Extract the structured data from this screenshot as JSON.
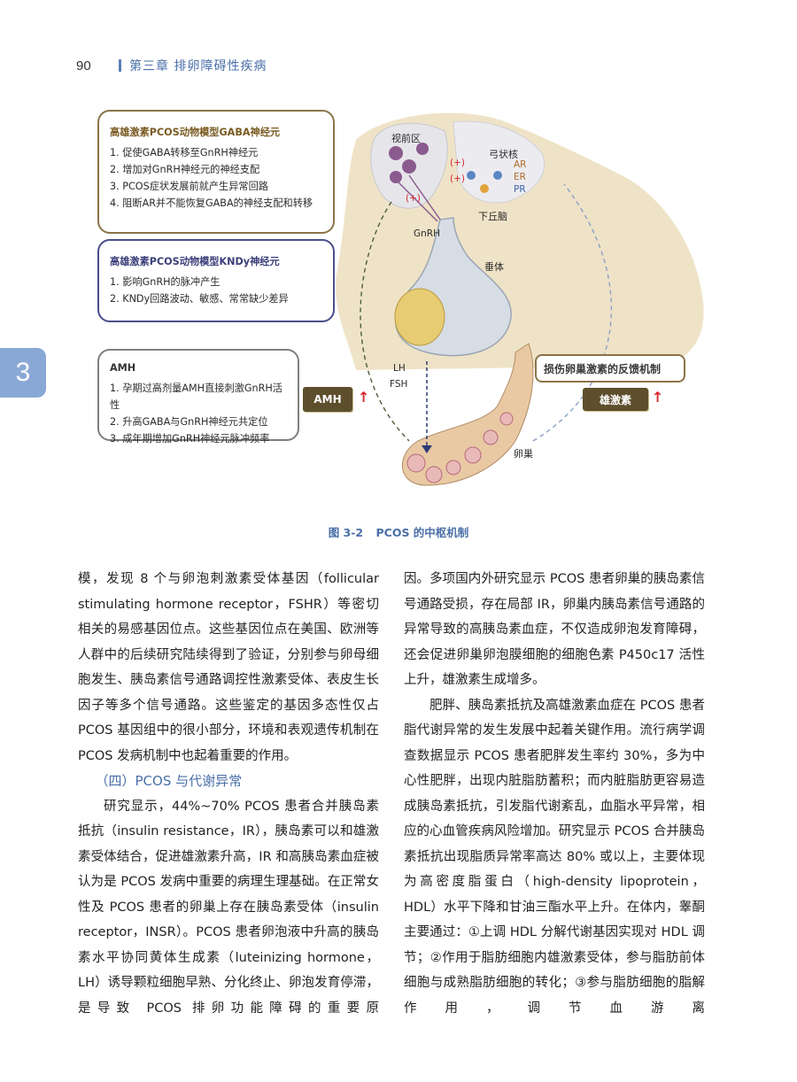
{
  "header": {
    "page_number": "90",
    "chapter_title": "第三章   排卵障碍性疾病"
  },
  "chapter_tab": "3",
  "figure": {
    "box_gaba": {
      "title": "高雄激素PCOS动物模型GABA神经元",
      "items": [
        "1. 促使GABA转移至GnRH神经元",
        "2. 增加对GnRH神经元的神经支配",
        "3. PCOS症状发展前就产生异常回路",
        "4. 阻断AR并不能恢复GABA的神经支配和转移"
      ]
    },
    "box_kndy": {
      "title": "高雄激素PCOS动物模型KNDy神经元",
      "items": [
        "1. 影响GnRH的脉冲产生",
        "2. KNDy回路波动、敏感、常常缺少差异"
      ]
    },
    "box_amh": {
      "title": "AMH",
      "items": [
        "1. 孕期过高剂量AMH直接刺激GnRH活性",
        "2. 升高GABA与GnRH神经元共定位",
        "3. 成年期增加GnRH神经元脉冲频率"
      ]
    },
    "box_feedback": "损伤卵巢激素的反馈机制",
    "tag_amh": "AMH",
    "tag_androgen": "雄激素",
    "up_arrow": "↑",
    "plus_sign": "(+)",
    "labels": {
      "preoptic": "视前区",
      "arcuate": "弓状核",
      "ar": "AR",
      "er": "ER",
      "pr": "PR",
      "hypothalamus": "下丘脑",
      "gnrh": "GnRH",
      "pituitary": "垂体",
      "lh": "LH",
      "fsh": "FSH",
      "ovary": "卵巢"
    },
    "caption_number": "图 3-2",
    "caption_text": "PCOS 的中枢机制"
  },
  "left_column": {
    "p1": "模，发现 8 个与卵泡刺激素受体基因（follicular stimulating hormone receptor，FSHR）等密切相关的易感基因位点。这些基因位点在美国、欧洲等人群中的后续研究陆续得到了验证，分别参与卵母细胞发生、胰岛素信号通路调控性激素受体、表皮生长因子等多个信号通路。这些鉴定的基因多态性仅占 PCOS 基因组中的很小部分，环境和表观遗传机制在 PCOS 发病机制中也起着重要的作用。",
    "heading": "（四）PCOS 与代谢异常",
    "p2": "研究显示，44%~70% PCOS 患者合并胰岛素抵抗（insulin resistance，IR），胰岛素可以和雄激素受体结合，促进雄激素升高，IR 和高胰岛素血症被认为是 PCOS 发病中重要的病理生理基础。在正常女性及 PCOS 患者的卵巢上存在胰岛素受体（insulin receptor，INSR）。PCOS 患者卵泡液中升高的胰岛素水平协同黄体生成素（luteinizing hormone，LH）诱导颗粒细胞早熟、分化终止、卵泡发育停滞，是导致 PCOS 排卵功能障碍的重要原"
  },
  "right_column": {
    "p1": "因。多项国内外研究显示 PCOS 患者卵巢的胰岛素信号通路受损，存在局部 IR，卵巢内胰岛素信号通路的异常导致的高胰岛素血症，不仅造成卵泡发育障碍，还会促进卵巢卵泡膜细胞的细胞色素 P450c17 活性上升，雄激素生成增多。",
    "p2": "肥胖、胰岛素抵抗及高雄激素血症在 PCOS 患者脂代谢异常的发生发展中起着关键作用。流行病学调查数据显示 PCOS 患者肥胖发生率约 30%，多为中心性肥胖，出现内脏脂肪蓄积；而内脏脂肪更容易造成胰岛素抵抗，引发脂代谢紊乱，血脂水平异常，相应的心血管疾病风险增加。研究显示 PCOS 合并胰岛素抵抗出现脂质异常率高达 80% 或以上，主要体现为高密度脂蛋白（high-density lipoprotein，HDL）水平下降和甘油三酯水平上升。在体内，睾酮主要通过：①上调 HDL 分解代谢基因实现对 HDL 调节；②作用于脂肪细胞内雄激素受体，参与脂肪前体细胞与成熟脂肪细胞的转化；③参与脂肪细胞的脂解作用，调节血游离"
  }
}
